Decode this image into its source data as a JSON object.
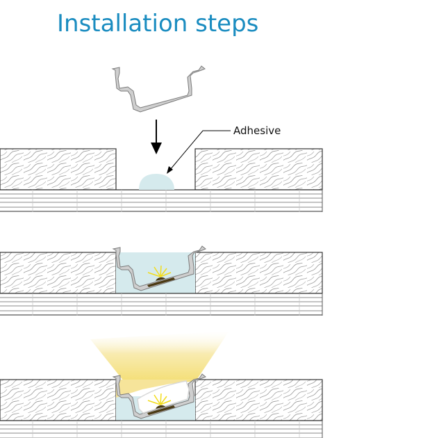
{
  "title": "Installation steps",
  "steps": [
    {
      "name": "apply-adhesive",
      "callout": "Adhesive"
    },
    {
      "name": "profile-inserted"
    },
    {
      "name": "profile-with-diffuser-lit"
    }
  ],
  "colors": {
    "title": "#1a8cc0",
    "adhesive": "#d5eaed",
    "profile": "#cfcfcf",
    "profile_stroke": "#7a7a7a",
    "wood_stroke": "#9a9a9a",
    "led_strip": "#4a3a14",
    "led_rays": "#f2dc1a",
    "light_beam": "#f5e38a",
    "diffuser": "#ffffff"
  }
}
